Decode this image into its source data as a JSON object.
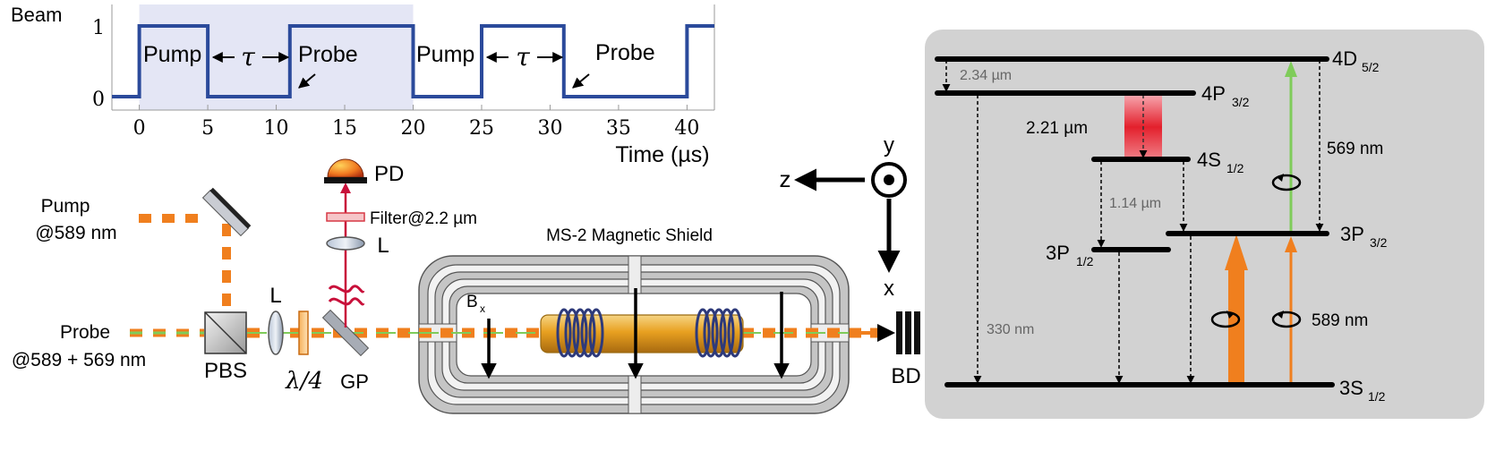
{
  "timing": {
    "beam_label": "Beam",
    "y_ticks": [
      "1",
      "0"
    ],
    "x_ticks": [
      "0",
      "5",
      "10",
      "15",
      "20",
      "25",
      "30",
      "35",
      "40"
    ],
    "x_label": "Time (µs)",
    "pulse_labels": [
      "Pump",
      "Probe",
      "Pump",
      "Probe"
    ],
    "tau": "τ",
    "line_color": "#2b4a9b",
    "highlight_color": "#e4e6f5"
  },
  "chart_data": {
    "type": "line",
    "title": "",
    "xlabel": "Time (µs)",
    "ylabel": "Beam",
    "xlim": [
      -2,
      42
    ],
    "ylim": [
      0,
      1
    ],
    "series": [
      {
        "x": [
          -2,
          0,
          0,
          5,
          5,
          11,
          11,
          20,
          20,
          25,
          25,
          31,
          31,
          40,
          40,
          42
        ],
        "values": [
          0,
          0,
          1,
          1,
          0,
          0,
          1,
          1,
          0,
          0,
          1,
          1,
          0,
          0,
          1,
          1
        ]
      }
    ],
    "annotations": [
      "Pump",
      "τ",
      "Probe",
      "Pump",
      "τ",
      "Probe"
    ]
  },
  "setup": {
    "pump_label_1": "Pump",
    "pump_label_2": "@589 nm",
    "probe_label_1": "Probe",
    "probe_label_2": "@589 + 569 nm",
    "pbs": "PBS",
    "lens1": "L",
    "lens2": "L",
    "waveplate": "λ/4",
    "gp": "GP",
    "pd": "PD",
    "filter": "Filter@2.2 µm",
    "shield": "MS-2 Magnetic Shield",
    "bx": "B",
    "bx_sub": "x",
    "bd": "BD",
    "axis_y": "y",
    "axis_z": "z",
    "axis_x": "x",
    "beam_color": "#f07f1e",
    "ir_color": "#c8103a"
  },
  "levels": {
    "panel_color": "#d2d2d2",
    "d52": "4D",
    "d52_sub": "5/2",
    "p32_4": "4P",
    "p32_4_sub": "3/2",
    "s12_4": "4S",
    "s12_4_sub": "1/2",
    "p32_3": "3P",
    "p32_3_sub": "3/2",
    "p12_3": "3P",
    "p12_3_sub": "1/2",
    "s12_3": "3S",
    "s12_3_sub": "1/2",
    "t_234": "2.34 µm",
    "t_221": "2.21 µm",
    "t_114": "1.14 µm",
    "t_569": "569 nm",
    "t_330": "330 nm",
    "t_589": "589 nm",
    "green": "#7fcc5a",
    "orange": "#f07f1e",
    "red": "#e0202a"
  }
}
